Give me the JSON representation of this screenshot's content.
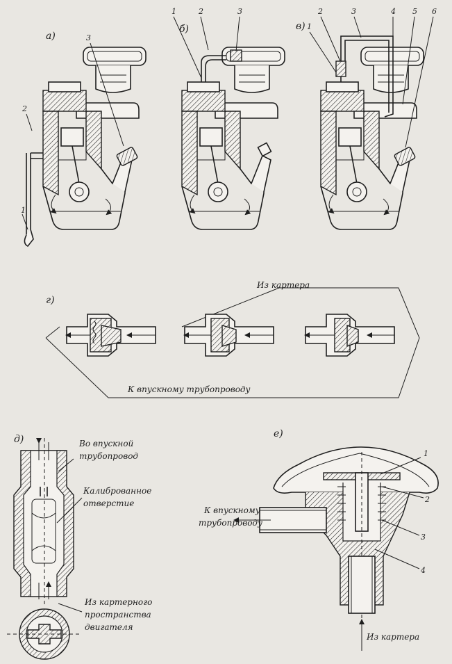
{
  "panels": {
    "a": {
      "letter": "а)",
      "callouts": [
        "1",
        "2",
        "3"
      ]
    },
    "b": {
      "letter": "б)",
      "callouts": [
        "1",
        "2",
        "3"
      ]
    },
    "v": {
      "letter": "в)",
      "callouts": [
        "1",
        "2",
        "3",
        "4",
        "5",
        "6"
      ]
    },
    "g": {
      "letter": "г)",
      "from_label": "Из картера",
      "to_label": "К впускному трубопроводу"
    },
    "d": {
      "letter": "д)",
      "out_label": [
        "Во впускной",
        "трубопровод"
      ],
      "orifice_label": [
        "Калиброванное",
        "отверстие"
      ],
      "in_label": [
        "Из картерного",
        "пространства",
        "двигателя"
      ]
    },
    "e": {
      "letter": "е)",
      "out_label": [
        "К впускному",
        "трубопроводу"
      ],
      "in_label": "Из картера",
      "callouts": [
        "1",
        "2",
        "3",
        "4"
      ]
    }
  }
}
